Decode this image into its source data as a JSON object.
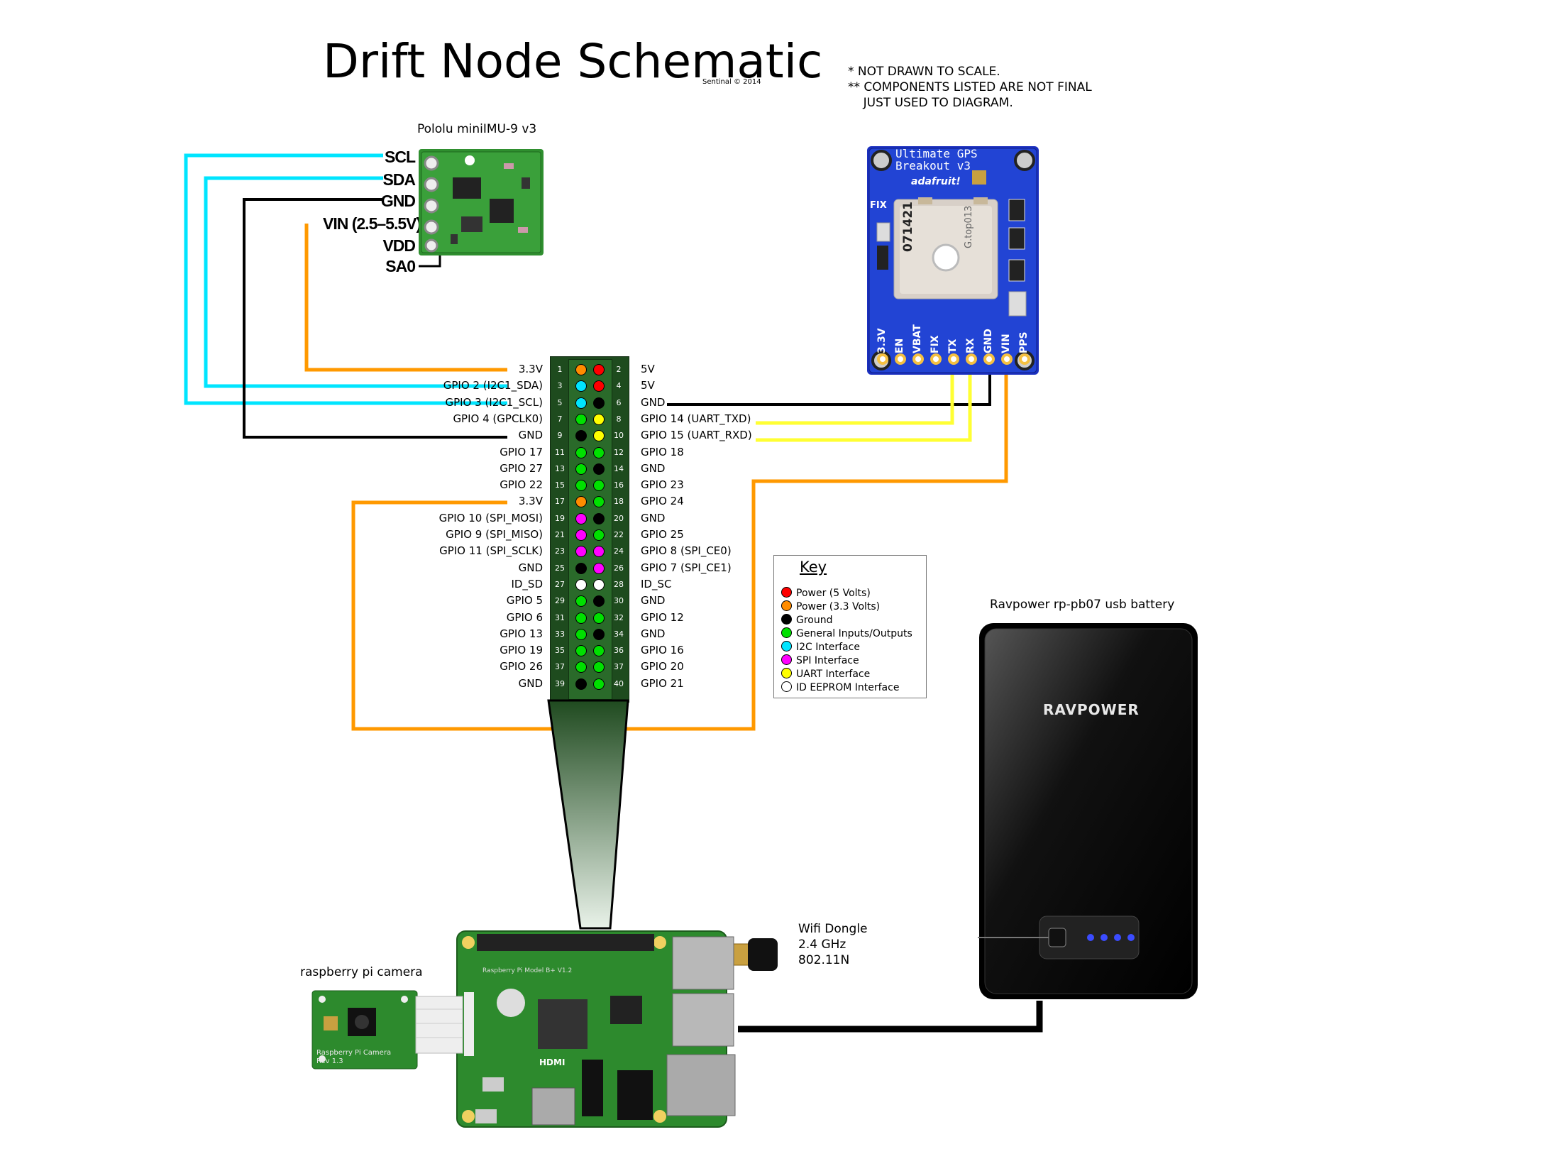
{
  "title": "Drift Node Schematic",
  "credit": "Sentinal © 2014",
  "notes": "* NOT DRAWN TO SCALE.\n** COMPONENTS LISTED ARE NOT FINAL\n    JUST USED TO DIAGRAM.",
  "imu": {
    "label": "Pololu miniIMU-9 v3",
    "pins": [
      "SCL",
      "SDA",
      "GND",
      "VIN (2.5–5.5V)",
      "VDD",
      "SA0"
    ]
  },
  "gps": {
    "board_title_1": "Ultimate GPS",
    "board_title_2": "Breakout v3",
    "brand": "adafruit!",
    "module_id": "071421",
    "module_name": "G.top013",
    "fix_label": "FIX",
    "pins": [
      "3.3V",
      "EN",
      "VBAT",
      "FIX",
      "TX",
      "RX",
      "GND",
      "VIN",
      "PPS"
    ]
  },
  "gpio": {
    "left": [
      {
        "num": "1",
        "label": "3.3V",
        "color": "#ff8c00"
      },
      {
        "num": "3",
        "label": "GPIO 2 (I2C1_SDA)",
        "color": "#00e5ff"
      },
      {
        "num": "5",
        "label": "GPIO 3 (I2C1_SCL)",
        "color": "#00e5ff"
      },
      {
        "num": "7",
        "label": "GPIO 4 (GPCLK0)",
        "color": "#00e000"
      },
      {
        "num": "9",
        "label": "GND",
        "color": "#000000"
      },
      {
        "num": "11",
        "label": "GPIO 17",
        "color": "#00e000"
      },
      {
        "num": "13",
        "label": "GPIO 27",
        "color": "#00e000"
      },
      {
        "num": "15",
        "label": "GPIO 22",
        "color": "#00e000"
      },
      {
        "num": "17",
        "label": "3.3V",
        "color": "#ff8c00"
      },
      {
        "num": "19",
        "label": "GPIO 10 (SPI_MOSI)",
        "color": "#ff00ff"
      },
      {
        "num": "21",
        "label": "GPIO 9 (SPI_MISO)",
        "color": "#ff00ff"
      },
      {
        "num": "23",
        "label": "GPIO 11 (SPI_SCLK)",
        "color": "#ff00ff"
      },
      {
        "num": "25",
        "label": "GND",
        "color": "#000000"
      },
      {
        "num": "27",
        "label": "ID_SD",
        "color": "#ffffff"
      },
      {
        "num": "29",
        "label": "GPIO 5",
        "color": "#00e000"
      },
      {
        "num": "31",
        "label": "GPIO 6",
        "color": "#00e000"
      },
      {
        "num": "33",
        "label": "GPIO 13",
        "color": "#00e000"
      },
      {
        "num": "35",
        "label": "GPIO 19",
        "color": "#00e000"
      },
      {
        "num": "37",
        "label": "GPIO 26",
        "color": "#00e000"
      },
      {
        "num": "39",
        "label": "GND",
        "color": "#000000"
      }
    ],
    "right": [
      {
        "num": "2",
        "label": "5V",
        "color": "#ff0000"
      },
      {
        "num": "4",
        "label": "5V",
        "color": "#ff0000"
      },
      {
        "num": "6",
        "label": "GND",
        "color": "#000000"
      },
      {
        "num": "8",
        "label": "GPIO 14 (UART_TXD)",
        "color": "#ffff00"
      },
      {
        "num": "10",
        "label": "GPIO 15 (UART_RXD)",
        "color": "#ffff00"
      },
      {
        "num": "12",
        "label": "GPIO 18",
        "color": "#00e000"
      },
      {
        "num": "14",
        "label": "GND",
        "color": "#000000"
      },
      {
        "num": "16",
        "label": "GPIO 23",
        "color": "#00e000"
      },
      {
        "num": "18",
        "label": "GPIO 24",
        "color": "#00e000"
      },
      {
        "num": "20",
        "label": "GND",
        "color": "#000000"
      },
      {
        "num": "22",
        "label": "GPIO 25",
        "color": "#00e000"
      },
      {
        "num": "24",
        "label": "GPIO 8 (SPI_CE0)",
        "color": "#ff00ff"
      },
      {
        "num": "26",
        "label": "GPIO 7 (SPI_CE1)",
        "color": "#ff00ff"
      },
      {
        "num": "28",
        "label": "ID_SC",
        "color": "#ffffff"
      },
      {
        "num": "30",
        "label": "GND",
        "color": "#000000"
      },
      {
        "num": "32",
        "label": "GPIO 12",
        "color": "#00e000"
      },
      {
        "num": "34",
        "label": "GND",
        "color": "#000000"
      },
      {
        "num": "36",
        "label": "GPIO 16",
        "color": "#00e000"
      },
      {
        "num": "37",
        "label": "GPIO 20",
        "color": "#00e000"
      },
      {
        "num": "40",
        "label": "GPIO 21",
        "color": "#00e000"
      }
    ]
  },
  "key": {
    "title": "Key",
    "items": [
      {
        "label": "Power (5 Volts)",
        "color": "#ff0000"
      },
      {
        "label": "Power (3.3 Volts)",
        "color": "#ff8c00"
      },
      {
        "label": "Ground",
        "color": "#000000"
      },
      {
        "label": "General Inputs/Outputs",
        "color": "#00e000"
      },
      {
        "label": "I2C Interface",
        "color": "#00e5ff"
      },
      {
        "label": "SPI Interface",
        "color": "#ff00ff"
      },
      {
        "label": "UART Interface",
        "color": "#ffff00"
      },
      {
        "label": "ID EEPROM Interface",
        "color": "#ffffff"
      }
    ]
  },
  "battery": {
    "label": "Ravpower rp-pb07 usb battery",
    "brand": "RAVPOWER"
  },
  "wifi": {
    "line1": "Wifi Dongle",
    "line2": "2.4 GHz",
    "line3": "802.11N"
  },
  "camera": {
    "label": "raspberry pi camera",
    "board_text_1": "Raspberry Pi Camera",
    "board_text_2": "Rev 1.3"
  },
  "pi": {
    "board_text": "Raspberry Pi Model B+ V1.2",
    "hdmi": "HDMI"
  },
  "colors": {
    "i2c_wire": "#00e5ff",
    "power_wire": "#ff9900",
    "ground_wire": "#000000",
    "uart_wire": "#ffff33",
    "pcb_green": "#2d8a2d"
  }
}
